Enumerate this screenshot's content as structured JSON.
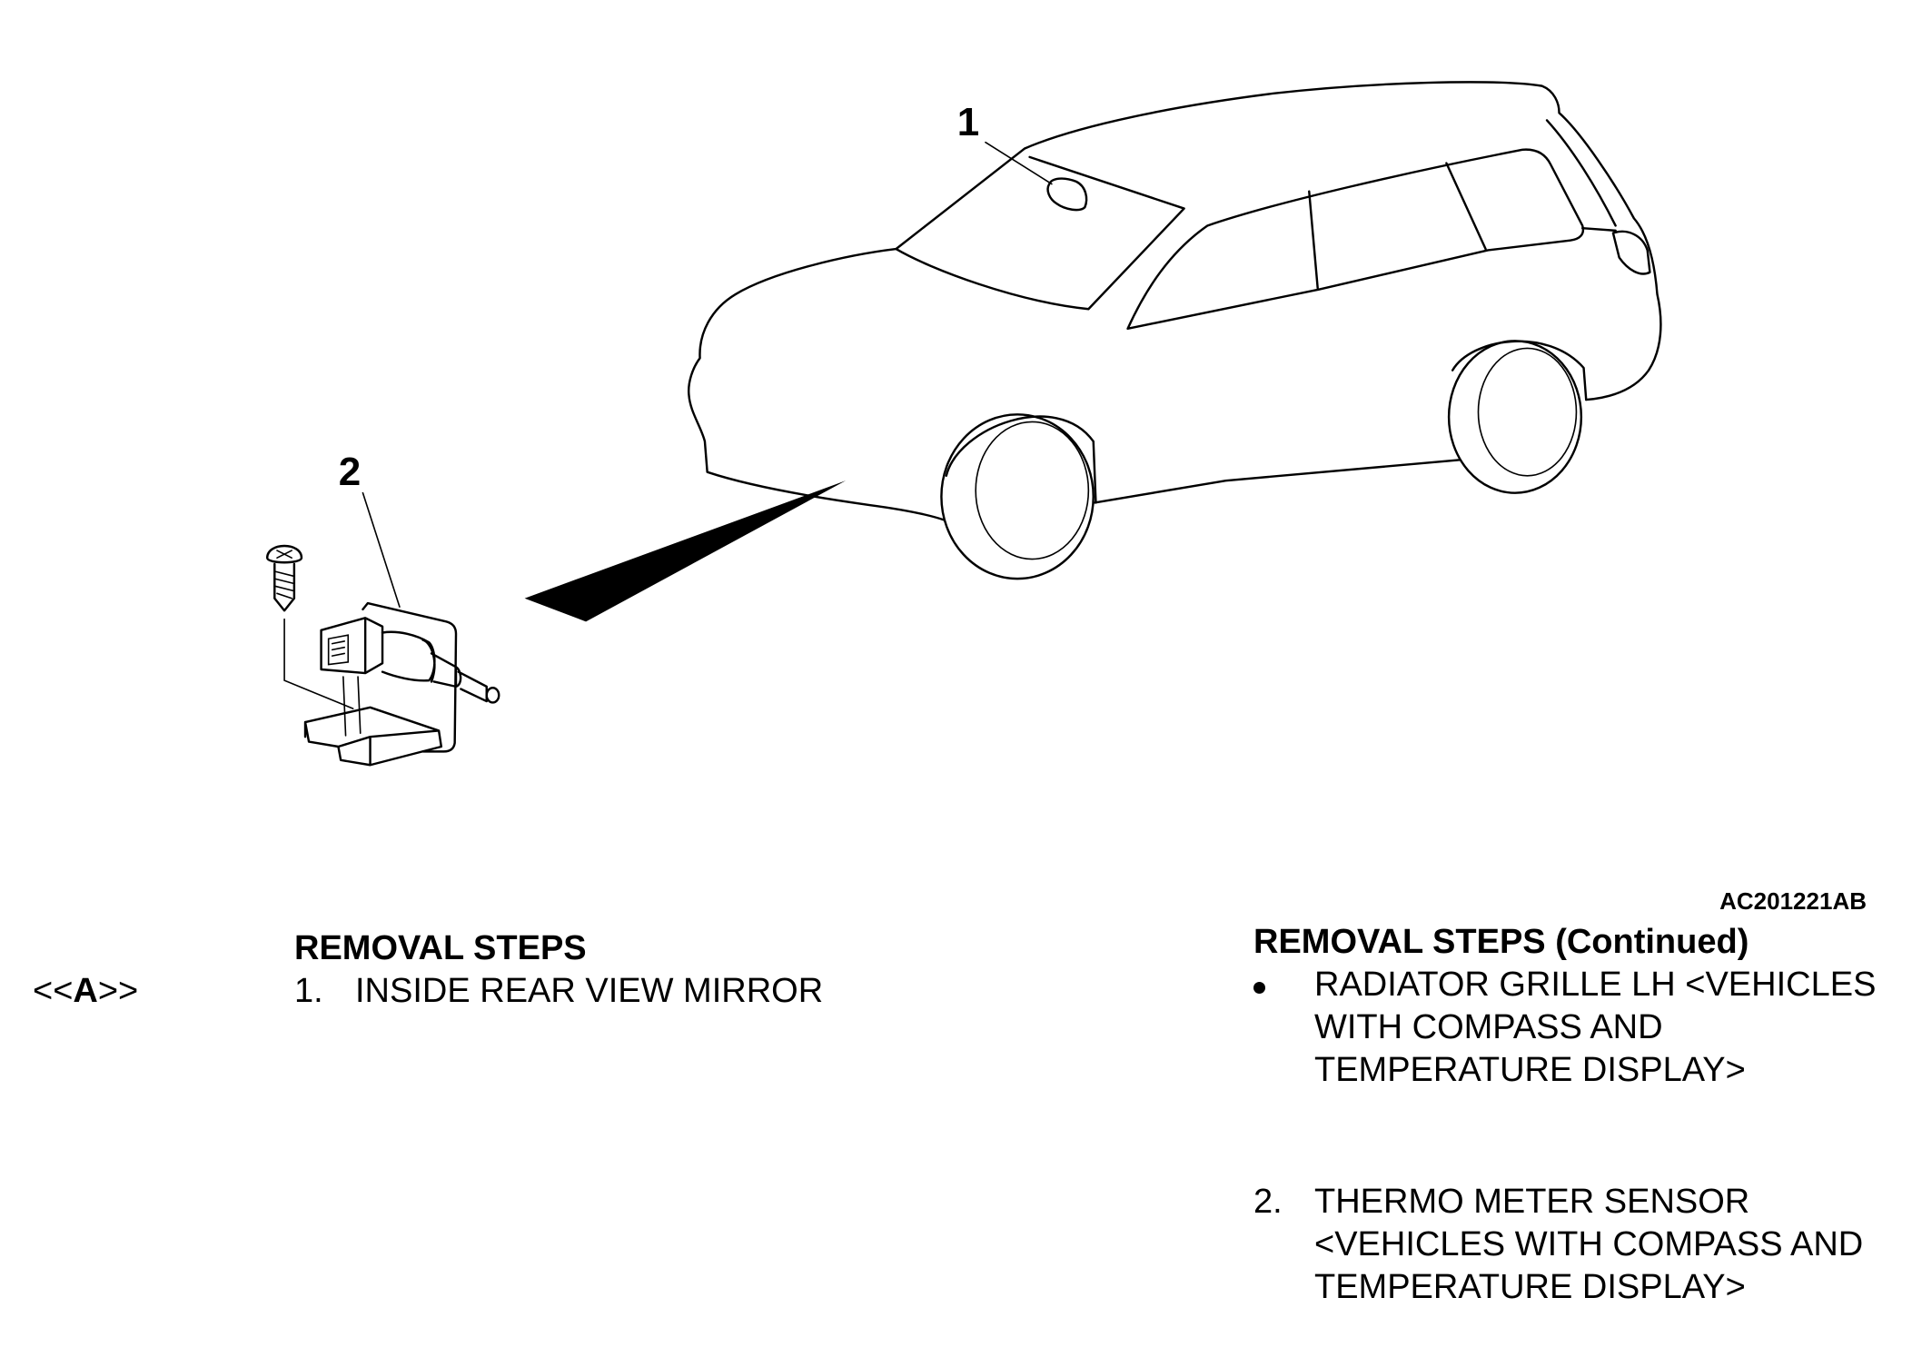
{
  "figure": {
    "callout_1": "1",
    "callout_2": "2",
    "figure_code": "AC201221AB"
  },
  "left_column": {
    "heading": "REMOVAL STEPS",
    "service_point": {
      "open": "<<",
      "letter": "A",
      "close": ">>"
    },
    "steps": [
      {
        "number": "1.",
        "text": "INSIDE REAR VIEW MIRROR"
      }
    ]
  },
  "right_column": {
    "heading": "REMOVAL STEPS (Continued)",
    "items": [
      {
        "marker": "bullet",
        "lines": [
          "RADIATOR GRILLE LH <VEHICLES",
          "WITH COMPASS AND",
          "TEMPERATURE DISPLAY>"
        ]
      },
      {
        "marker": "2.",
        "lines": [
          "THERMO METER SENSOR",
          "<VEHICLES WITH COMPASS AND",
          "TEMPERATURE DISPLAY>"
        ]
      }
    ]
  }
}
